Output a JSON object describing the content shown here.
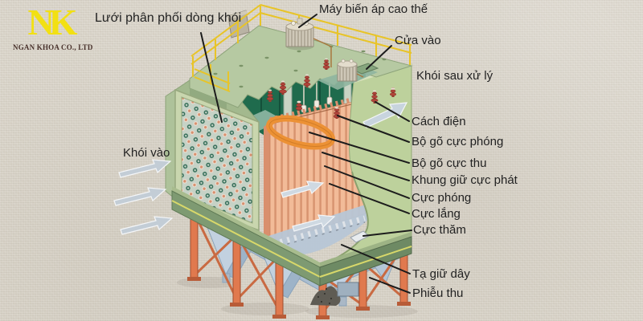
{
  "logo": {
    "monogram": "NK",
    "company": "NGAN KHOA CO., LTD"
  },
  "labels": {
    "luoi_phan_phoi": "Lưới phân phối dòng khói",
    "may_bien_ap": "Máy biến áp cao thế",
    "cua_vao": "Cửa vào",
    "khoi_sau_xu_ly": "Khói sau xử lý",
    "cach_dien": "Cách điện",
    "bo_go_cuc_phong": "Bộ gõ cực phóng",
    "bo_go_cuc_thu": "Bộ gõ cực thu",
    "khung_giu_cuc_phat": "Khung giữ cực phát",
    "cuc_phong": "Cực phóng",
    "cuc_lang": "Cực lắng",
    "cuc_tham": "Cực thăm",
    "ta_giu_day": "Tạ giữ dây",
    "phieu_thu": "Phiễu thu",
    "khoi_vao": "Khói vào"
  },
  "colors": {
    "background": "#d9d4c9",
    "logo_yellow": "#f2e013",
    "logo_text_brown": "#47302a",
    "roof_green": "#b6c9a2",
    "interior_dark_green": "#1f6b4d",
    "plate_salmon": "#f2bb98",
    "frame_orange": "#ec9135",
    "railing_yellow": "#e8c428",
    "hopper_blue": "#b7c9da",
    "leg_orange": "#e0794e",
    "base_green": "#7e9a72",
    "callout_black": "#1c1c1c"
  },
  "icons": {
    "gas_inlet_arrow": "arrow-right",
    "gas_outlet_arrow": "arrow-up-right",
    "gas_flow_arrow": "arrow-right"
  }
}
